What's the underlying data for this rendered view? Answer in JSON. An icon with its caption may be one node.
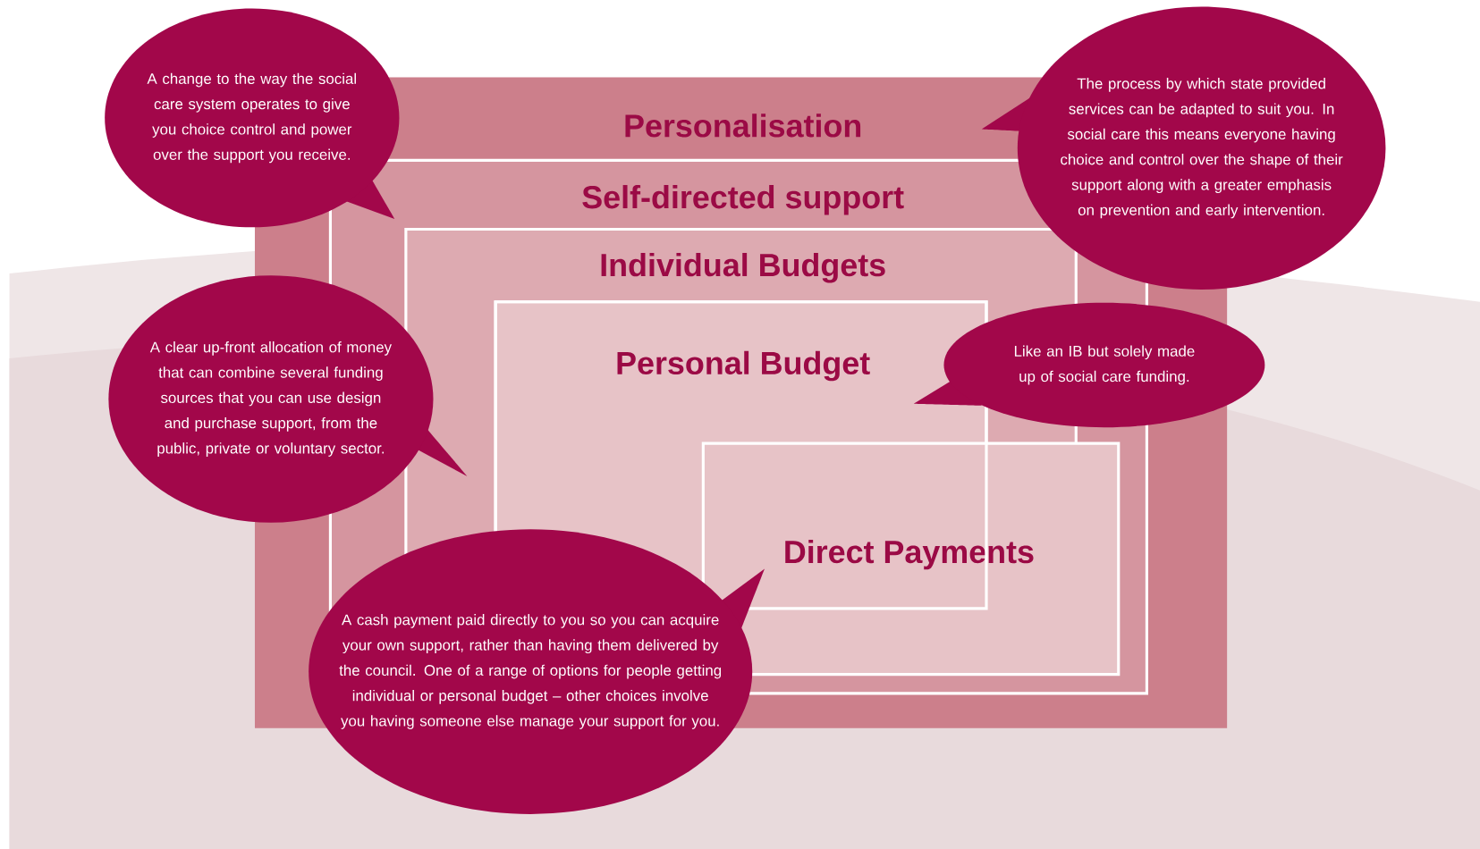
{
  "diagram": {
    "nodes": [
      {
        "text": [
          "Personalisation"
        ]
      },
      {
        "text": [
          "Self-directed support"
        ],
        "in": 0
      },
      {
        "text": [
          "Individual Budgets"
        ],
        "in": 1
      },
      {
        "text": [
          "Personal Budget"
        ],
        "in": 2
      },
      {
        "text": [
          "Direct Payments"
        ],
        "in": 1
      },
      {
        "text": [
          "A change to the way the social care system operates to give you choice control and power over the support you receive."
        ]
      },
      {
        "text": [
          "The process by which state provided services can be adapted to suit you. In social care this means everyone having choice and control over the shape of their support along with a greater emphasis on prevention and early intervention."
        ]
      },
      {
        "text": [
          "A clear up-front allocation of money that can combine several funding sources that you can use design and purchase support, from the public, private or voluntary sector."
        ]
      },
      {
        "text": [
          "Like an IB but solely made up of social care funding."
        ]
      },
      {
        "text": [
          "A cash payment paid directly to you so you can acquire your own support, rather than having them delivered by the council. One of a range of options for people getting individual or personal budget – other choices involve you having someone else manage your support for you."
        ]
      }
    ]
  }
}
